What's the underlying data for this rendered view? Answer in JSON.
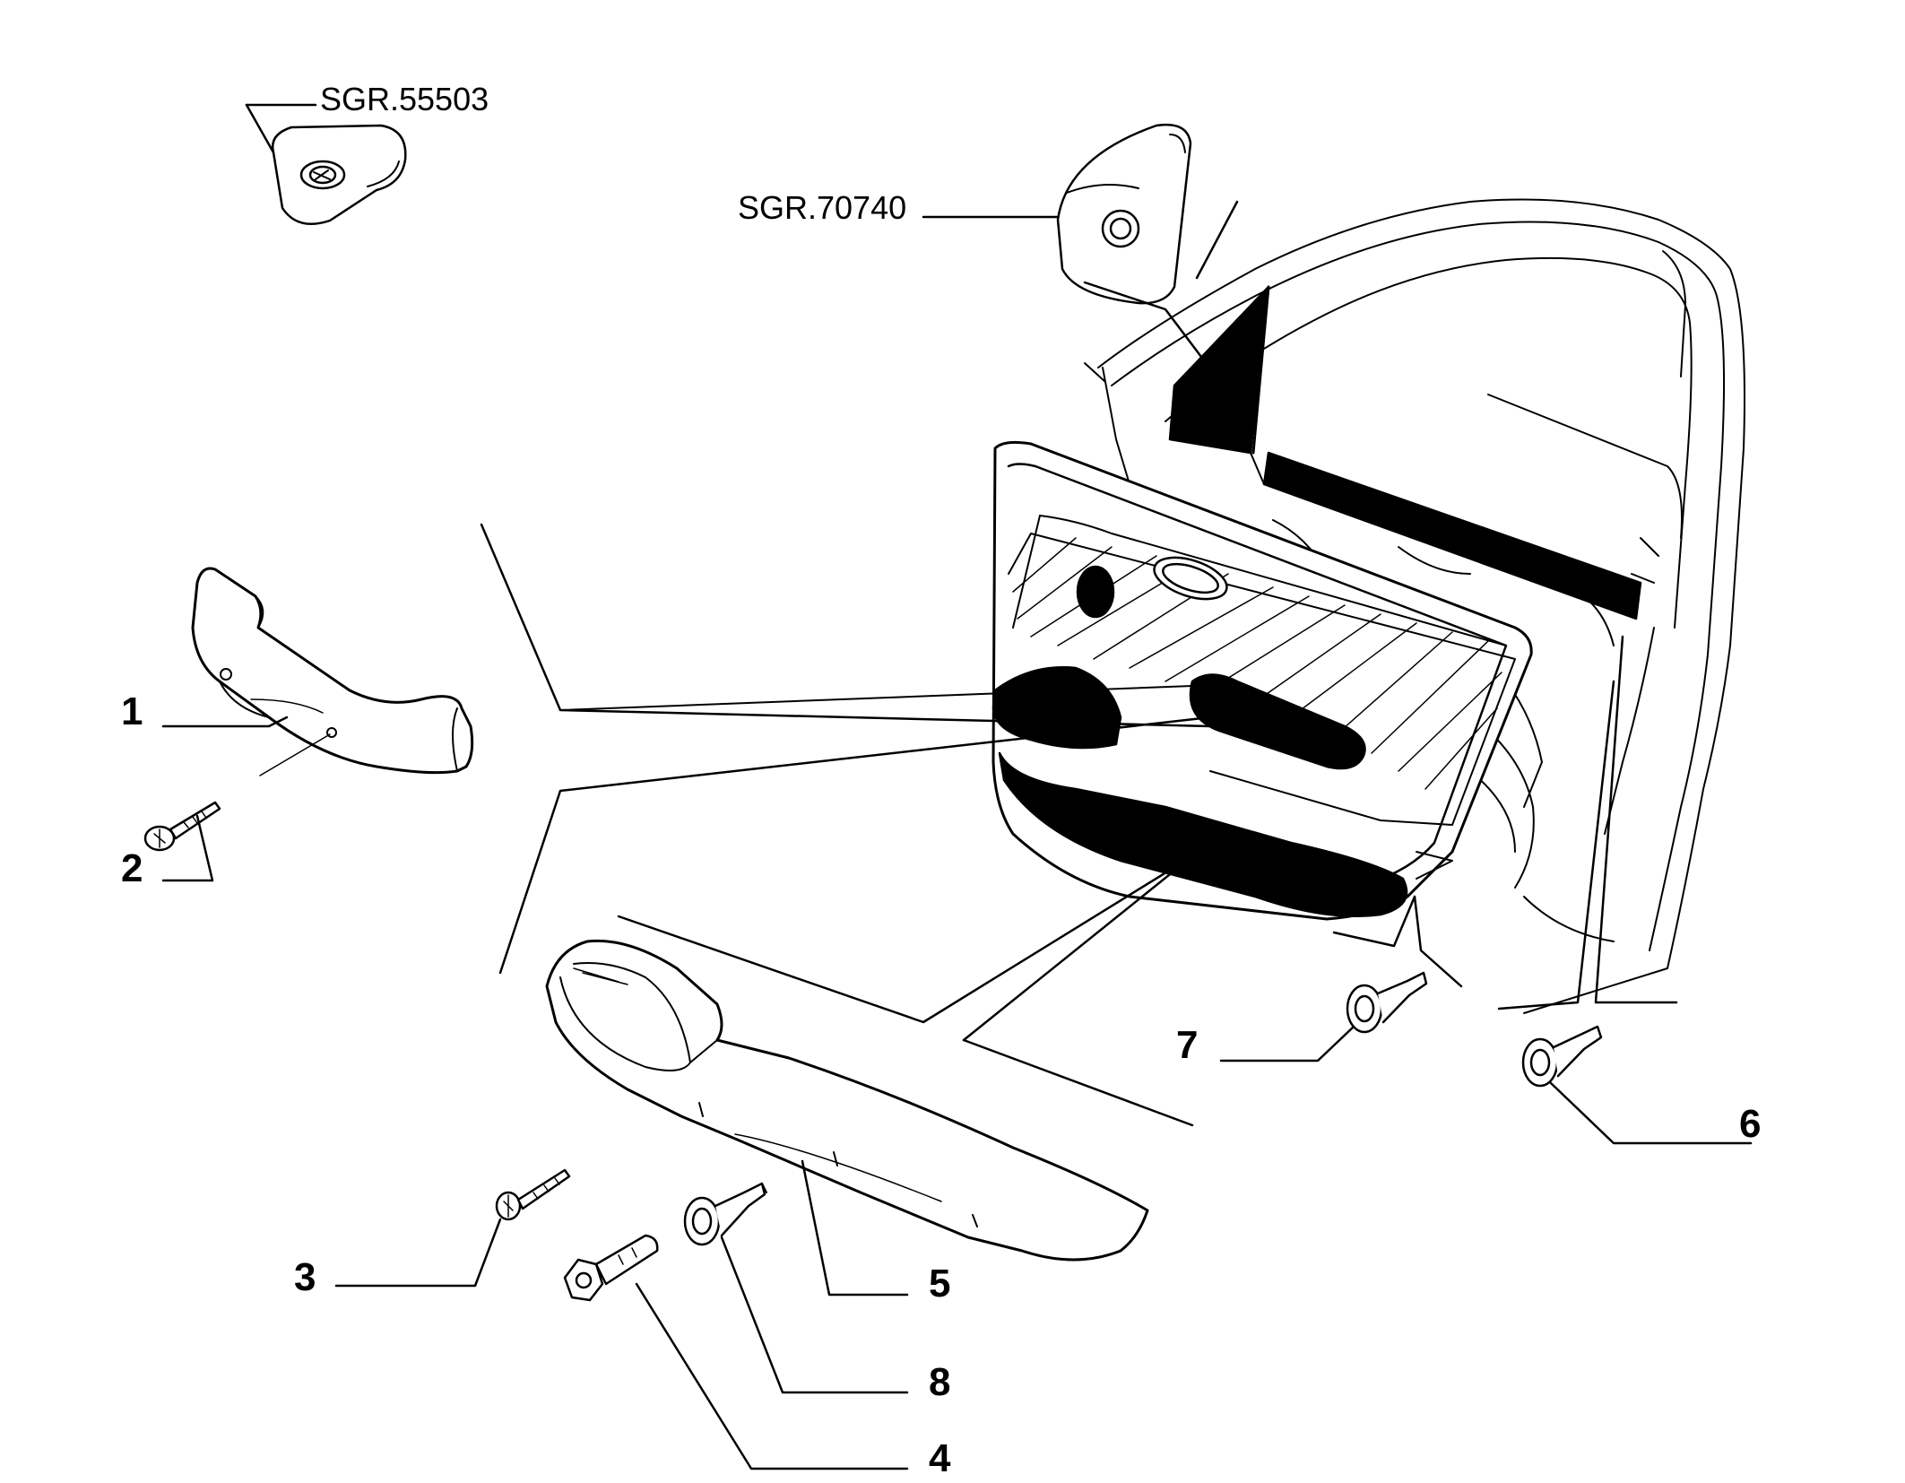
{
  "diagram": {
    "references": {
      "sgr_55503": "SGR.55503",
      "sgr_70740": "SGR.70740"
    },
    "callouts": {
      "p1": "1",
      "p2": "2",
      "p3": "3",
      "p4": "4",
      "p5": "5",
      "p6": "6",
      "p7": "7",
      "p8": "8"
    }
  }
}
